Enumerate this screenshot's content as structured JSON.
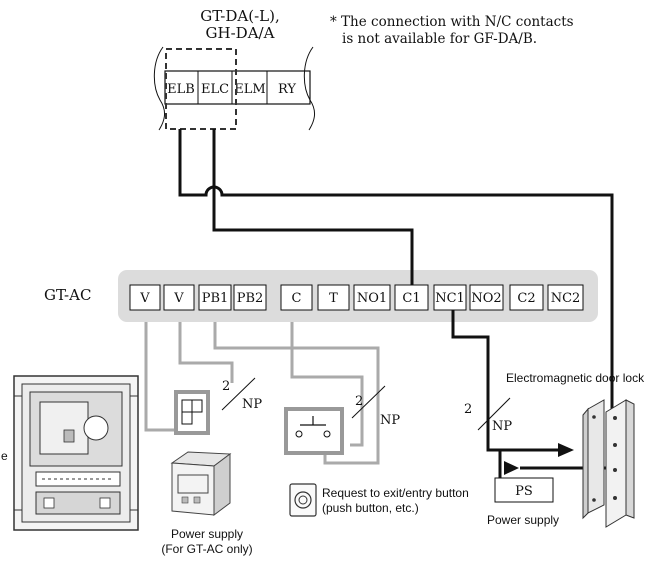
{
  "upper_unit": {
    "title_line1": "GT-DA(-L),",
    "title_line2": "GH-DA/A",
    "terminals": [
      "ELB",
      "ELC",
      "ELM",
      "RY"
    ]
  },
  "note": {
    "line1": "* The connection with N/C contacts",
    "line2": "is not available for GF-DA/B."
  },
  "gt_ac": {
    "label": "GT-AC",
    "terminals": [
      "V",
      "V",
      "PB1",
      "PB2",
      "C",
      "T",
      "NO1",
      "C1",
      "NC1",
      "NO2",
      "C2",
      "NC2"
    ]
  },
  "wire_labels": {
    "np1_count": "2",
    "np1_text": "NP",
    "np2_count": "2",
    "np2_text": "NP",
    "np3_count": "2",
    "np3_text": "NP"
  },
  "components": {
    "door_lock": "Electromagnetic door lock",
    "ps_box": "PS",
    "ps_label": "Power supply",
    "ps_gtac_line1": "Power supply",
    "ps_gtac_line2": "(For GT-AC only)",
    "request_line1": "Request to exit/entry button",
    "request_line2": "(push button, etc.)",
    "cut_off_letter": "e"
  }
}
